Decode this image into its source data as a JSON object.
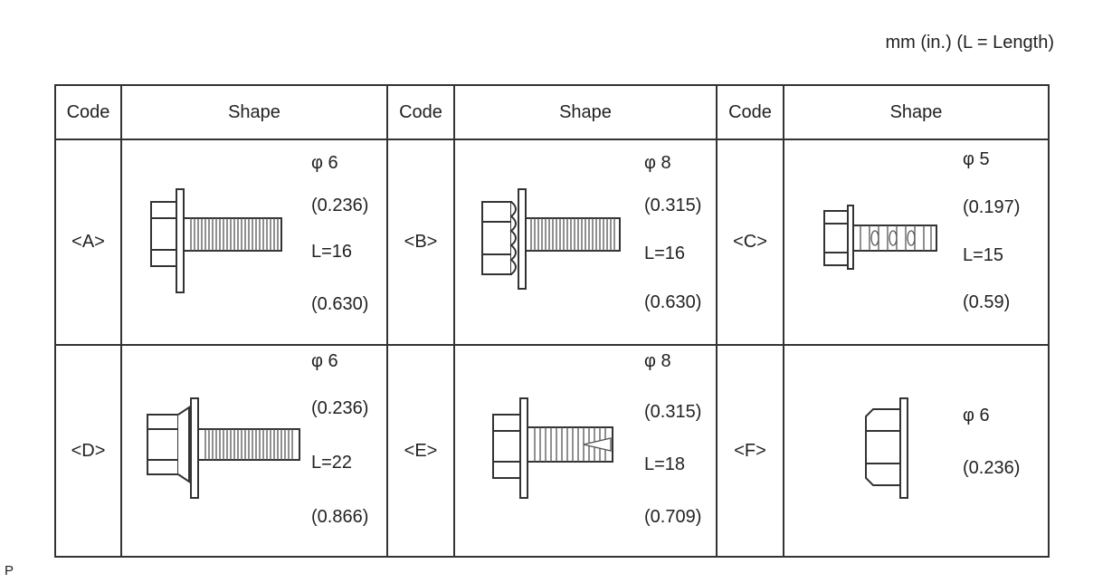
{
  "unit_note": "mm (in.) (L = Length)",
  "corner_mark": "P",
  "headers": {
    "code": "Code",
    "shape": "Shape"
  },
  "rows": [
    [
      {
        "code": "<A>",
        "specs": [
          "φ 6",
          "(0.236)",
          "L=16",
          "(0.630)"
        ]
      },
      {
        "code": "<B>",
        "specs": [
          "φ 8",
          "(0.315)",
          "L=16",
          "(0.630)"
        ]
      },
      {
        "code": "<C>",
        "specs": [
          "φ 5",
          "(0.197)",
          "L=15",
          "(0.59)"
        ]
      }
    ],
    [
      {
        "code": "<D>",
        "specs": [
          "φ 6",
          "(0.236)",
          "L=22",
          "(0.866)"
        ]
      },
      {
        "code": "<E>",
        "specs": [
          "φ 8",
          "(0.315)",
          "L=18",
          "(0.709)"
        ]
      },
      {
        "code": "<F>",
        "specs": [
          "φ 6",
          "(0.236)"
        ]
      }
    ]
  ]
}
